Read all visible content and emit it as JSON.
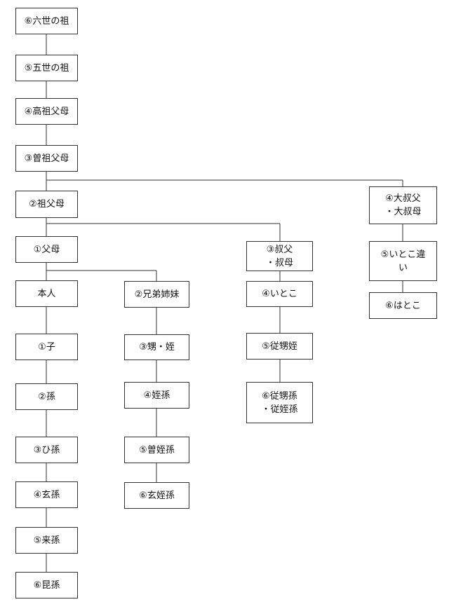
{
  "nodes": {
    "rokusei": "⑥六世の祖",
    "gosei": "⑤五世の祖",
    "kouso": "④高祖父母",
    "sousofubo": "③曽祖父母",
    "sofubo": "②祖父母",
    "fubo": "①父母",
    "honnin": "本人",
    "ko": "①子",
    "mago": "②孫",
    "himago": "③ひ孫",
    "genson": "④玄孫",
    "raison": "⑤来孫",
    "konson": "⑥昆孫",
    "kyoudai": "②兄弟姉妹",
    "oimei": "③甥・姪",
    "teison": "④姪孫",
    "souteison": "⑤曽姪孫",
    "genteison": "⑥玄姪孫",
    "oji_oba": "③叔父\n・叔母",
    "itoko": "④いとこ",
    "juuseitei": "⑤従甥姪",
    "juuseison": "⑥従甥孫\n・従姪孫",
    "daioji": "④大叔父\n・大叔母",
    "itokochigai": "⑤いとこ違\nい",
    "hatoko": "⑥はとこ"
  }
}
